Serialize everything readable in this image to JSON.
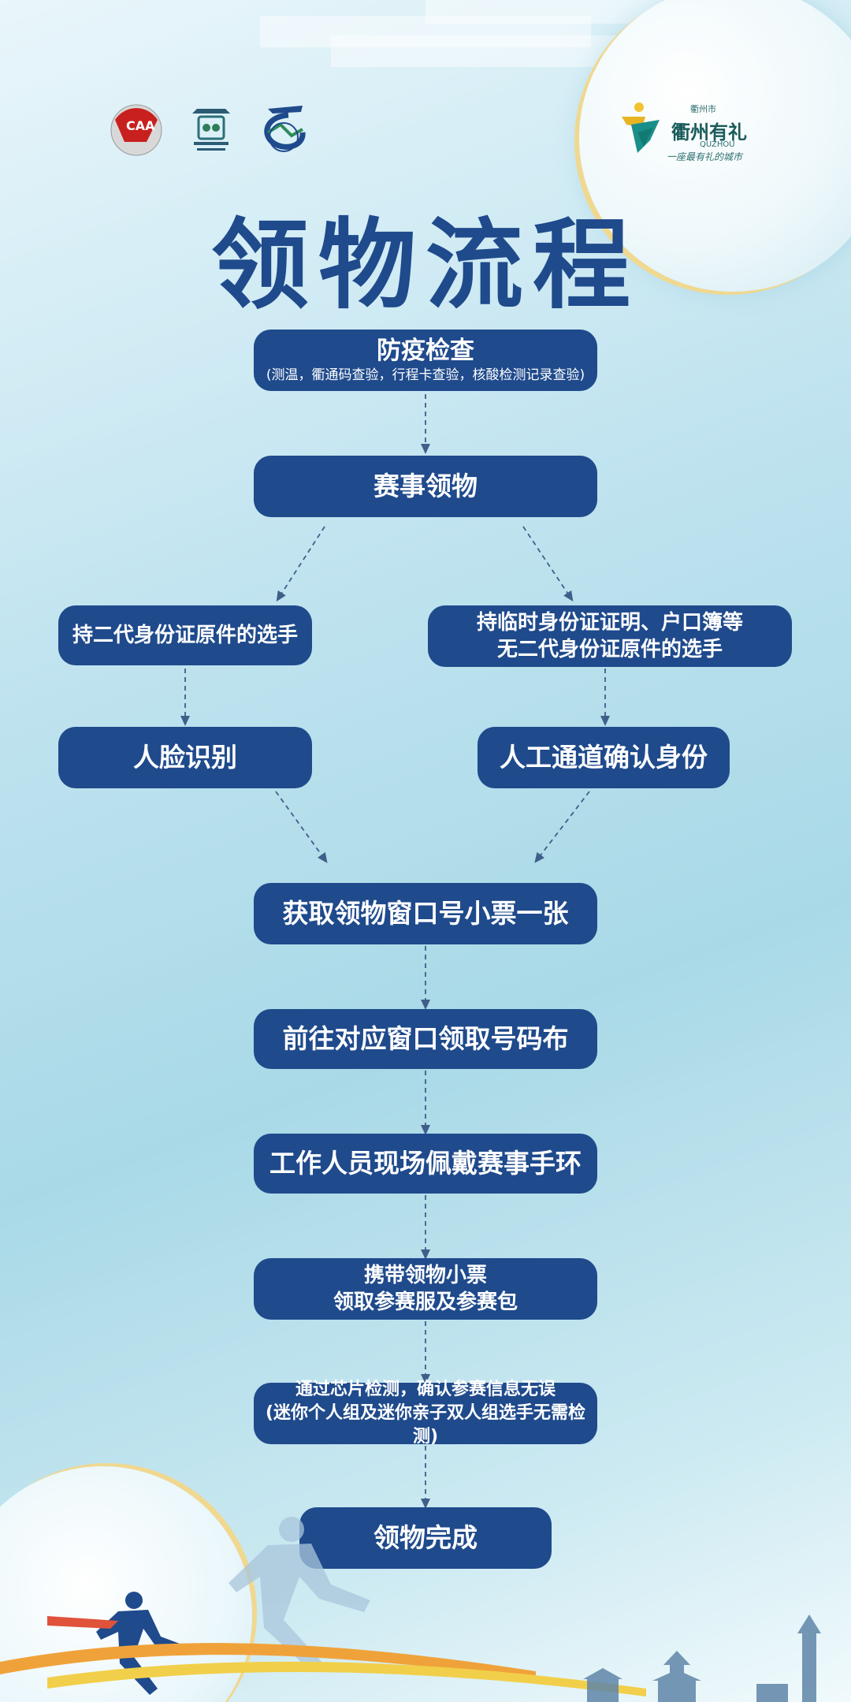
{
  "title": "领物流程",
  "logos": {
    "caa": "CAA",
    "qz_main": "衢州有礼",
    "qz_sub": "QUZHOU",
    "qz_slogan": "一座最有礼的城市",
    "qz_top": "衢州市"
  },
  "steps": {
    "epidemic": {
      "label": "防疫检查",
      "detail": "(测温，衢通码查验，行程卡查验，核酸检测记录查验)"
    },
    "pickup": {
      "label": "赛事领物"
    },
    "id_card": {
      "label": "持二代身份证原件的选手"
    },
    "temp_id_1": {
      "label": "持临时身份证证明、户口簿等"
    },
    "temp_id_2": {
      "label": "无二代身份证原件的选手"
    },
    "face": {
      "label": "人脸识别"
    },
    "manual": {
      "label": "人工通道确认身份"
    },
    "ticket": {
      "label": "获取领物窗口号小票一张"
    },
    "bib": {
      "label": "前往对应窗口领取号码布"
    },
    "wristband": {
      "label": "工作人员现场佩戴赛事手环"
    },
    "pack_1": {
      "label": "携带领物小票"
    },
    "pack_2": {
      "label": "领取参赛服及参赛包"
    },
    "chip_1": {
      "label": "通过芯片检测，确认参赛信息无误"
    },
    "chip_2": {
      "label": "(迷你个人组及迷你亲子双人组选手无需检测)"
    },
    "done": {
      "label": "领物完成"
    }
  },
  "colors": {
    "box": "#1f4a8c",
    "arrow": "#3f5f8a",
    "title": "#1f4a8c"
  }
}
